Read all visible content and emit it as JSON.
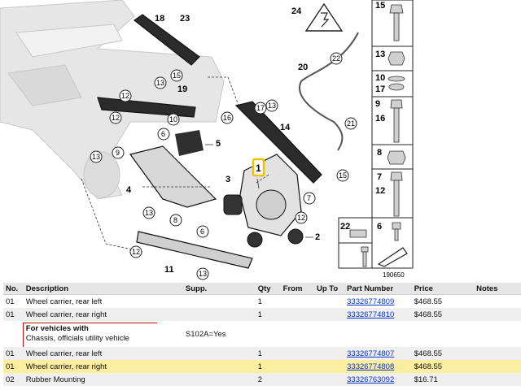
{
  "diagram": {
    "image_number": "190650",
    "callouts": [
      "1",
      "2",
      "3",
      "4",
      "5",
      "6",
      "7",
      "8",
      "9",
      "10",
      "11",
      "12",
      "13",
      "14",
      "15",
      "16",
      "17",
      "18",
      "19",
      "20",
      "21",
      "22",
      "23",
      "24"
    ],
    "side_panel": [
      {
        "label": "15"
      },
      {
        "label": "13"
      },
      {
        "label": "10"
      },
      {
        "label": "17"
      },
      {
        "label": "9"
      },
      {
        "label": "16"
      },
      {
        "label": "8"
      },
      {
        "label": "7"
      },
      {
        "label": "12"
      },
      {
        "label": "22"
      },
      {
        "label": "6"
      }
    ],
    "highlight_color": "#e8c400"
  },
  "table": {
    "headers": {
      "no": "No.",
      "description": "Description",
      "supp": "Supp.",
      "qty": "Qty",
      "from": "From",
      "upto": "Up To",
      "part": "Part Number",
      "price": "Price",
      "notes": "Notes"
    },
    "rows": [
      {
        "no": "01",
        "description": "Wheel carrier, rear left",
        "supp": "",
        "qty": "1",
        "part": "33326774809",
        "price": "$468.55"
      },
      {
        "no": "01",
        "description": "Wheel carrier, rear right",
        "supp": "",
        "qty": "1",
        "part": "33326774810",
        "price": "$468.55"
      },
      {
        "no": "",
        "description": "For vehicles with",
        "description2": "Chassis, officials utility vehicle",
        "supp": "S102A=Yes",
        "qty": "",
        "part": "",
        "price": ""
      },
      {
        "no": "01",
        "description": "Wheel carrier, rear left",
        "supp": "",
        "qty": "1",
        "part": "33326774807",
        "price": "$468.55"
      },
      {
        "no": "01",
        "description": "Wheel carrier, rear right",
        "supp": "",
        "qty": "1",
        "part": "33326774808",
        "price": "$468.55"
      },
      {
        "no": "02",
        "description": "Rubber Mounting",
        "supp": "",
        "qty": "2",
        "part": "33326763092",
        "price": "$16.71"
      }
    ]
  }
}
